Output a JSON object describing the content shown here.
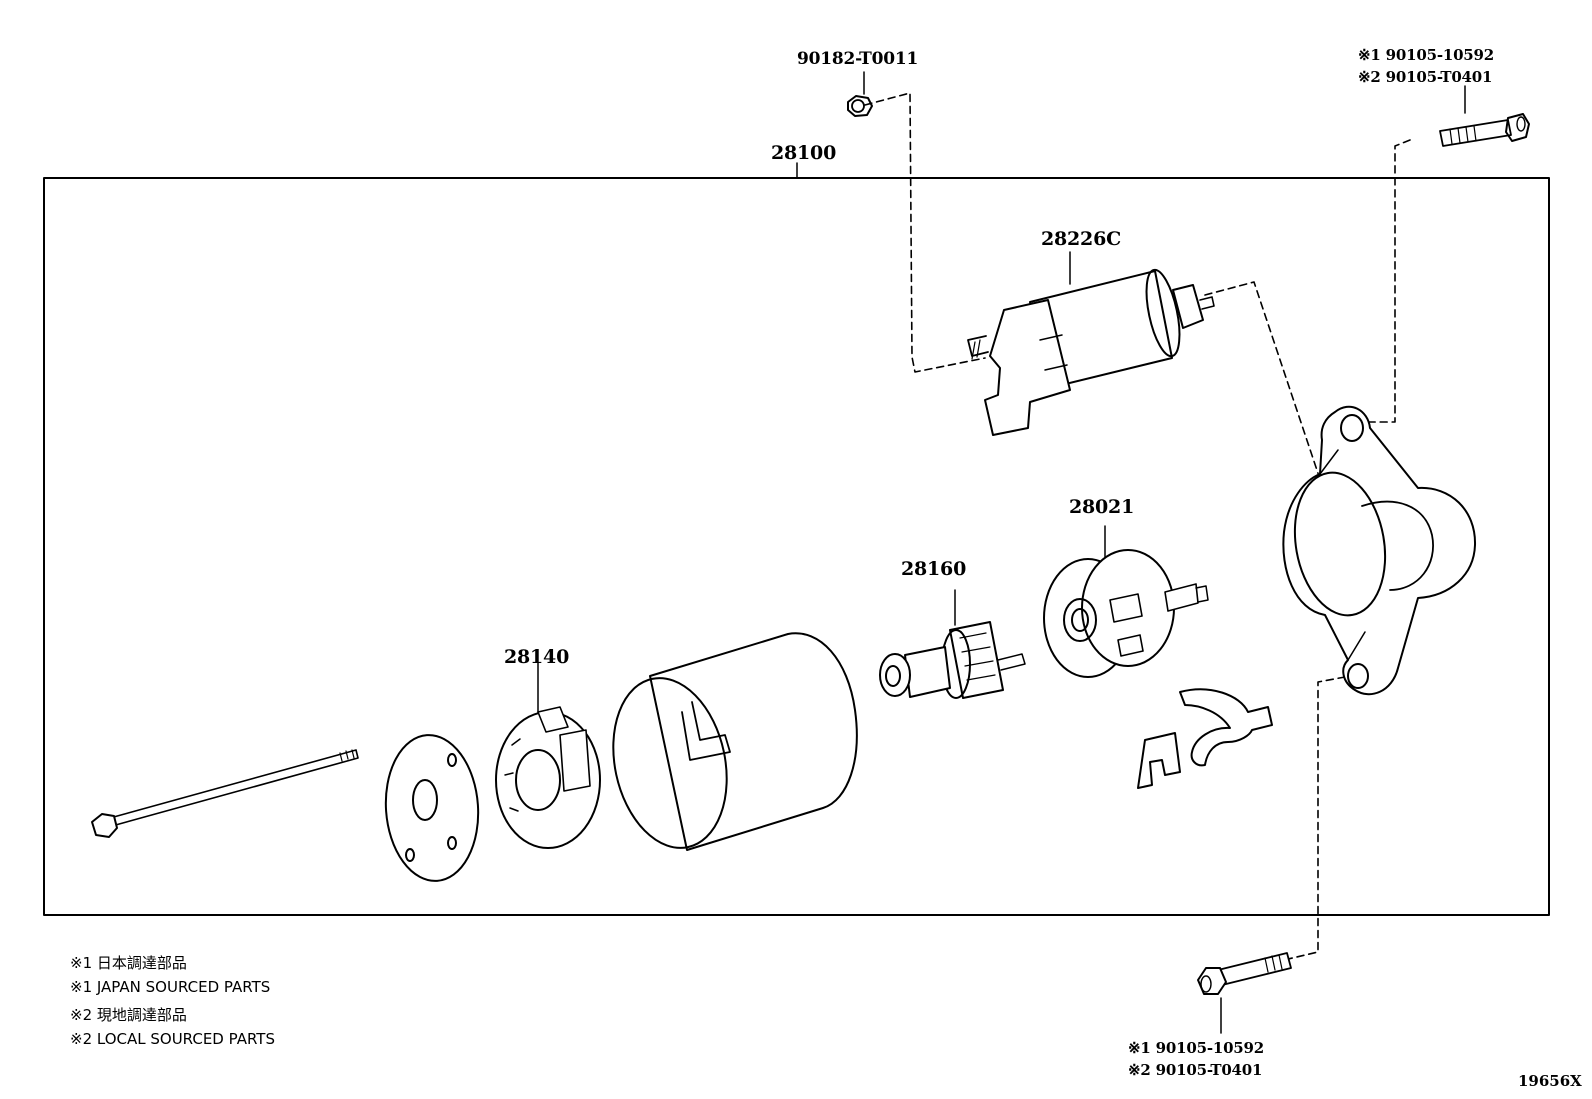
{
  "labels": {
    "top_nut": "90182-T0011",
    "top_bolt_1": "※1 90105-10592",
    "top_bolt_2": "※2 90105-T0401",
    "assembly": "28100",
    "solenoid": "28226C",
    "brush_holder": "28021",
    "armature": "28160",
    "end_frame": "28140",
    "bottom_bolt_1": "※1 90105-10592",
    "bottom_bolt_2": "※2 90105-T0401"
  },
  "notes": {
    "n1_jp": "※1 日本調達部品",
    "n1_en": "※1 JAPAN SOURCED PARTS",
    "n2_jp": "※2 現地調達部品",
    "n2_en": "※2 LOCAL SOURCED PARTS"
  },
  "diagram_ref": "19656X"
}
